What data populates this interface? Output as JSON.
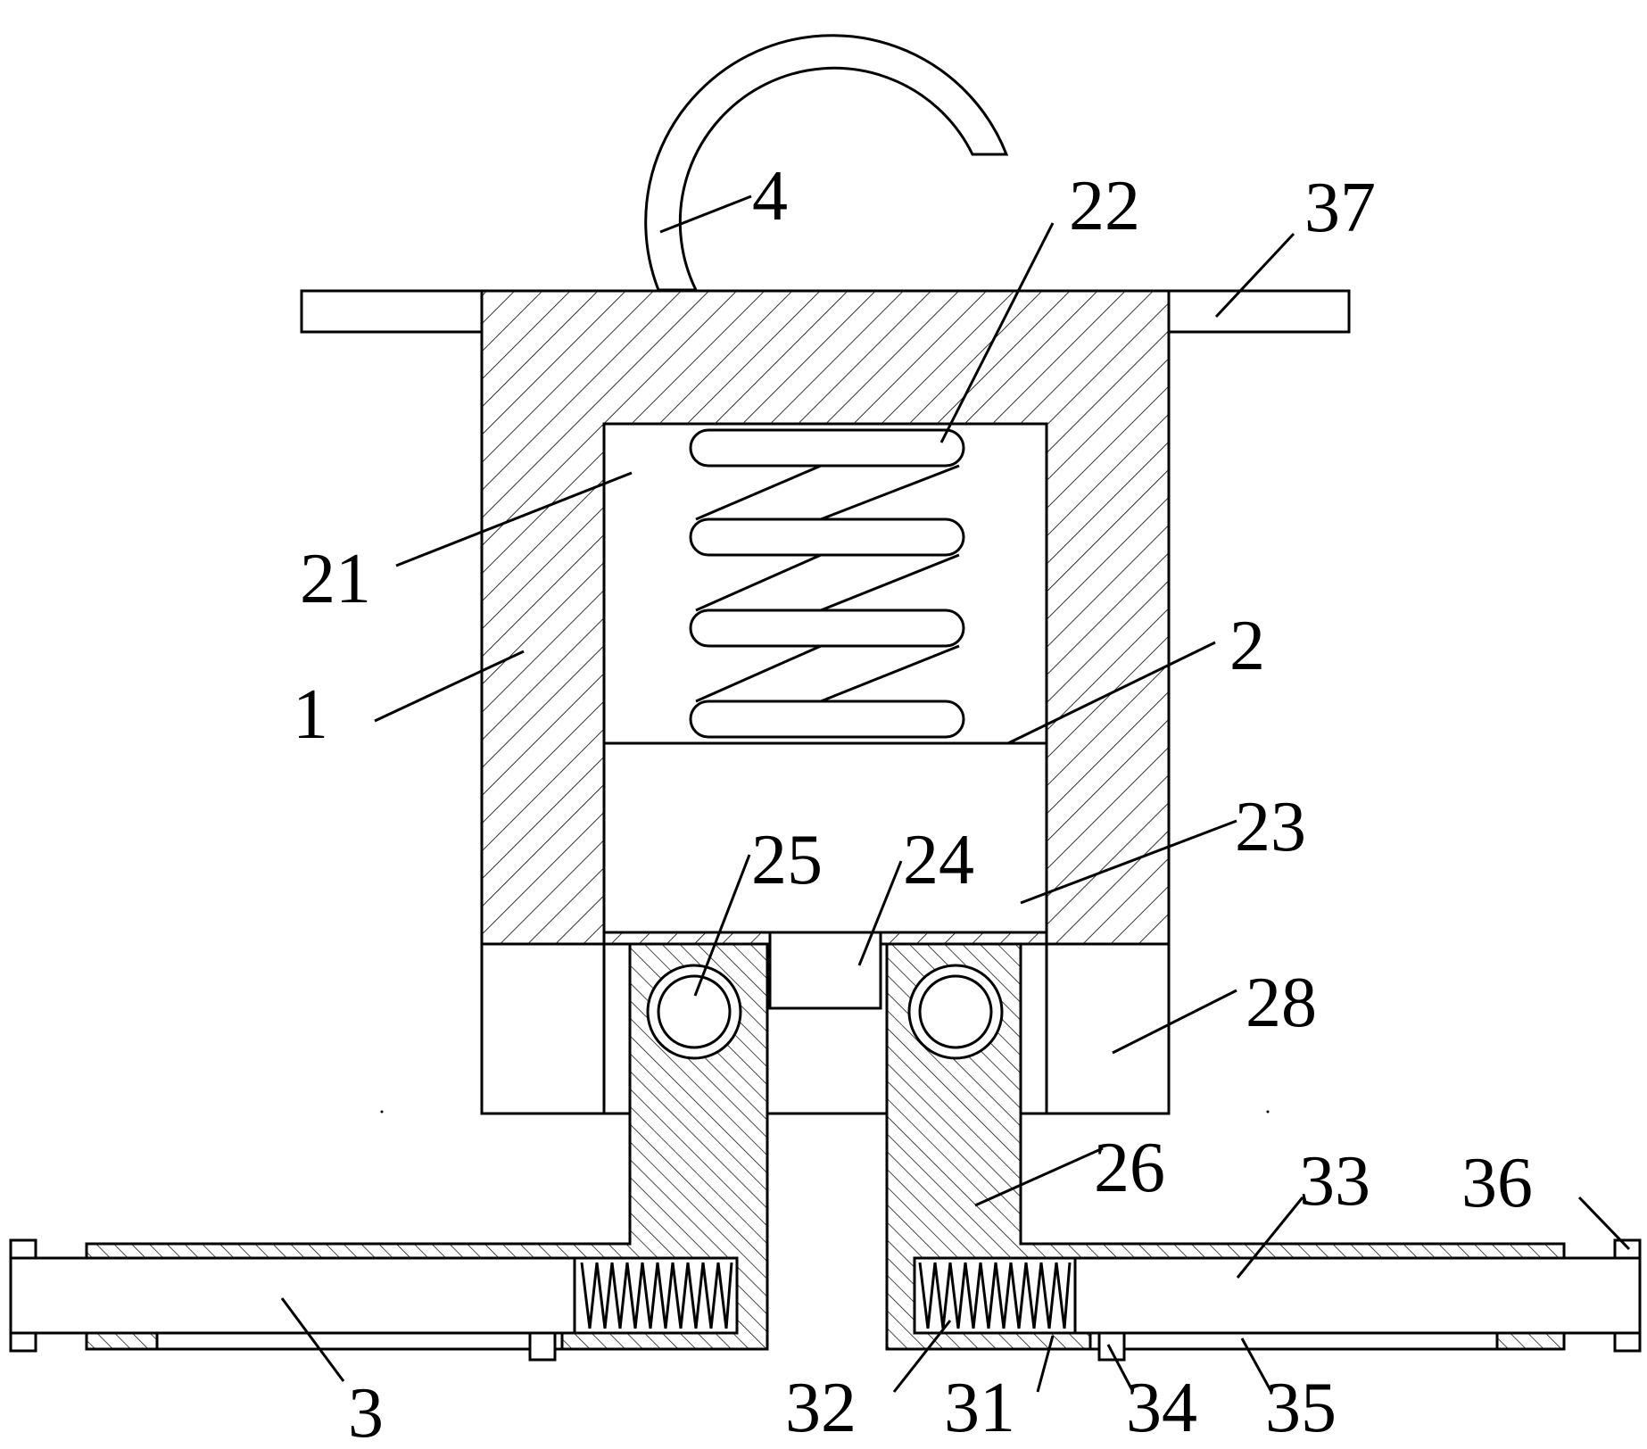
{
  "labels": {
    "l4": "4",
    "l22": "22",
    "l37": "37",
    "l21": "21",
    "l1": "1",
    "l2": "2",
    "l25": "25",
    "l24": "24",
    "l23": "23",
    "l28": "28",
    "l26": "26",
    "l33": "33",
    "l36": "36",
    "l3": "3",
    "l32": "32",
    "l31": "31",
    "l34": "34",
    "l35": "35"
  }
}
